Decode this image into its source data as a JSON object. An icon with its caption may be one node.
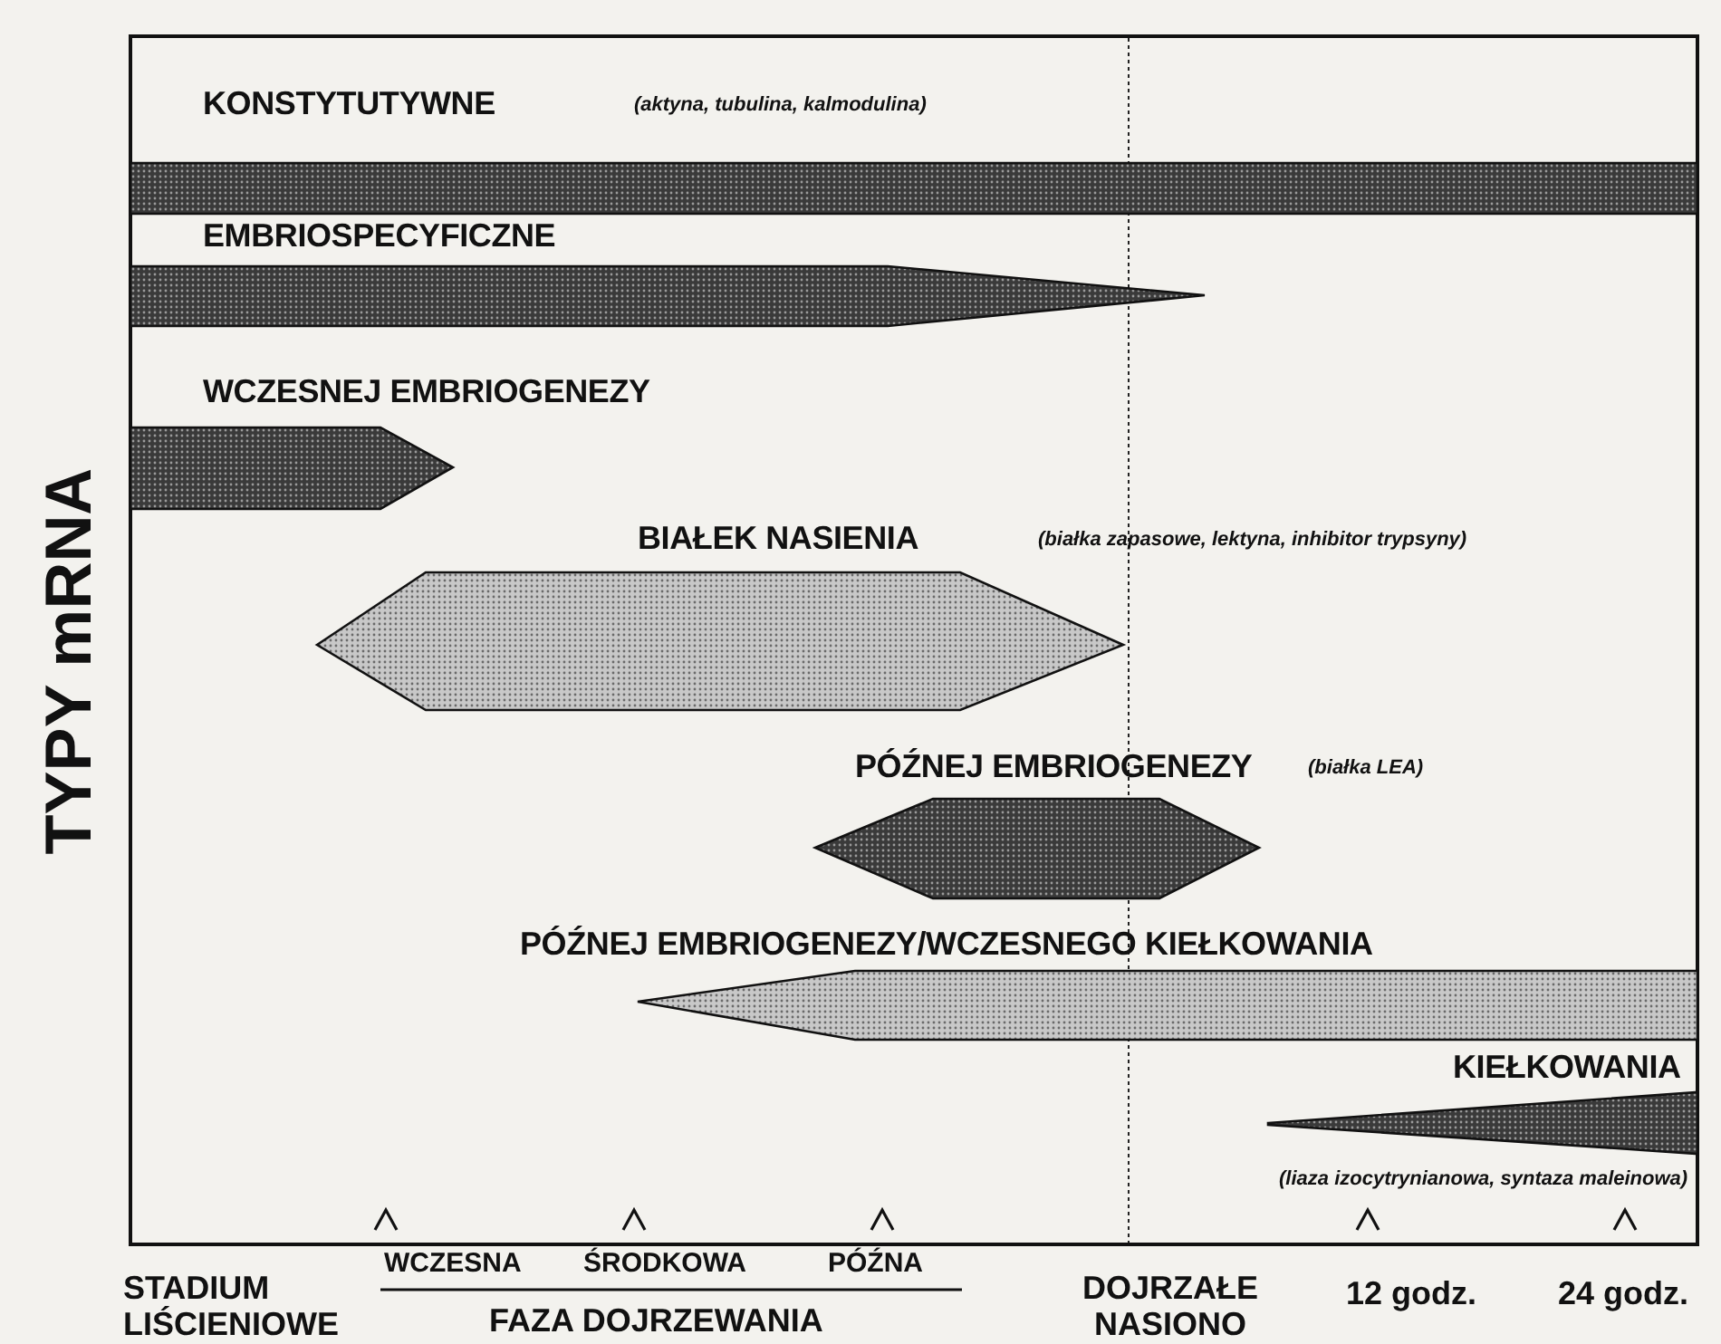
{
  "diagram": {
    "nodes": [
      {
        "text": [
          "KONSTYTUTYWNE",
          "(aktyna, tubulina, kalmodulina)"
        ]
      },
      {
        "text": [
          "EMBRIOSPECYFICZNE"
        ]
      },
      {
        "text": [
          "WCZESNEJ EMBRIOGENEZY"
        ]
      },
      {
        "text": [
          "BIAŁEK NASIENIA",
          "(białka zapasowe, lektyna, inhibitor trypsyny)"
        ]
      },
      {
        "text": [
          "PÓŹNEJ EMBRIOGENEZY",
          "(białka LEA)"
        ]
      },
      {
        "text": [
          "PÓŹNEJ EMBRIOGENEZY/WCZESNEGO KIEŁKOWANIA"
        ]
      },
      {
        "text": [
          "KIEŁKOWANIA",
          "(liaza izocytrynianowa, syntaza maleinowa)"
        ]
      }
    ],
    "edges": [],
    "labels": [
      "TYPY mRNA",
      "STADIUM LIŚCIENIOWE",
      "WCZESNA",
      "ŚRODKOWA",
      "PÓŹNA",
      "FAZA DOJRZEWANIA",
      "DOJRZAŁE NASIONO",
      "12 godz.",
      "24 godz."
    ]
  }
}
